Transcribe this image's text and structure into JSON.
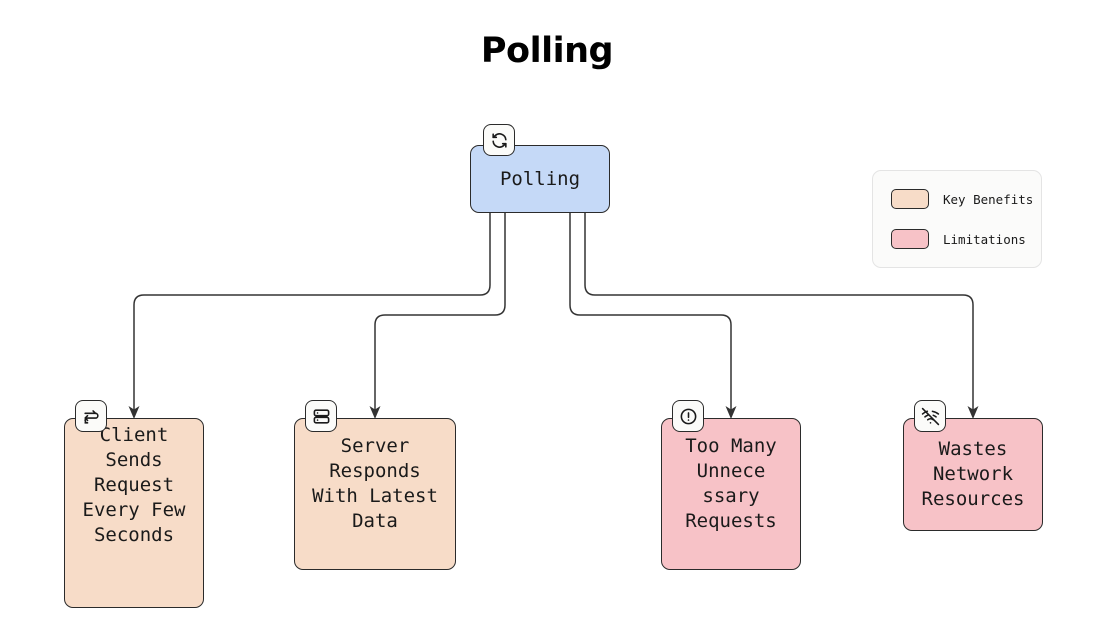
{
  "title": "Polling",
  "colors": {
    "root_fill": "#c5d9f7",
    "benefit_fill": "#f7dcc8",
    "limitation_fill": "#f7c2c7",
    "stroke": "#2b2b2b",
    "edge": "#333333",
    "text": "#1a1a1a",
    "badge_bg": "#fbfbf9",
    "legend_bg": "#fbfbfa",
    "legend_border": "#e4e4e4"
  },
  "root": {
    "label": "Polling",
    "icon": "refresh-sync-icon",
    "fill": "#c5d9f7"
  },
  "nodes": [
    {
      "label": "Client\nSends\nRequest\nEvery Few\nSeconds",
      "icon": "repeat-arrows-icon",
      "category": "Key Benefits",
      "fill": "#f7dcc8"
    },
    {
      "label": "Server\nResponds\nWith Latest\nData",
      "icon": "server-rack-icon",
      "category": "Key Benefits",
      "fill": "#f7dcc8"
    },
    {
      "label": "Too Many\nUnnece\nssary\nRequests",
      "icon": "alert-circle-icon",
      "category": "Limitations",
      "fill": "#f7c2c7"
    },
    {
      "label": "Wastes\nNetwork\nResources",
      "icon": "wifi-off-icon",
      "category": "Limitations",
      "fill": "#f7c2c7"
    }
  ],
  "legend": {
    "items": [
      {
        "label": "Key Benefits",
        "color": "#f7dcc8"
      },
      {
        "label": "Limitations",
        "color": "#f7c2c7"
      }
    ]
  }
}
